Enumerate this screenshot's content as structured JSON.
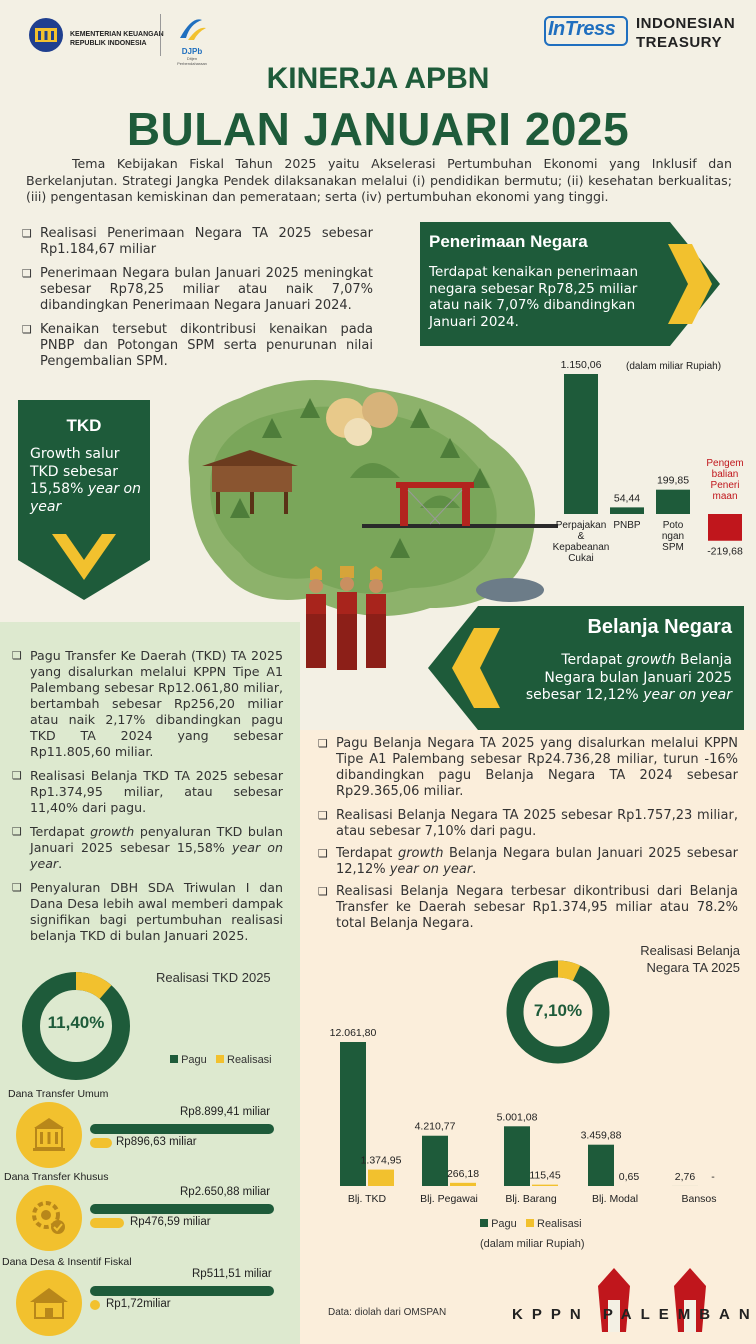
{
  "header": {
    "ministry_line1": "KEMENTERIAN KEUANGAN",
    "ministry_line2": "REPUBLIK INDONESIA",
    "djpb": "DJPb",
    "djpb_sub": "Ditjen Perbendaharaan",
    "intress": "InTress",
    "brand_line1": "INDONESIAN",
    "brand_line2": "TREASURY"
  },
  "title": {
    "line1": "KINERJA APBN",
    "line2": "BULAN JANUARI 2025"
  },
  "intro": "Tema Kebijakan Fiskal Tahun 2025 yaitu Akselerasi Pertumbuhan Ekonomi yang Inklusif dan Berkelanjutan. Strategi Jangka Pendek dilaksanakan melalui (i) pendidikan bermutu; (ii) kesehatan berkualitas; (iii) pengentasan kemiskinan dan pemerataan; serta (iv) pertumbuhan ekonomi yang tinggi.",
  "penerimaan": {
    "bullets": [
      "Realisasi Penerimaan Negara TA 2025 sebesar Rp1.184,67 miliar",
      "Penerimaan Negara bulan Januari 2025 meningkat sebesar Rp78,25 miliar atau naik 7,07% dibandingkan Penerimaan Negara Januari 2024.",
      "Kenaikan tersebut dikontribusi kenaikan pada PNBP dan Potongan SPM serta penurunan nilai Pengembalian SPM."
    ],
    "banner_title": "Penerimaan Negara",
    "banner_text": "Terdapat kenaikan penerimaan negara sebesar Rp78,25 miliar atau naik 7,07% dibandingkan Januari 2024."
  },
  "chart_penerimaan": {
    "unit_note": "(dalam miliar Rupiah)",
    "labels": [
      "Perpajakan & Kepabeanan Cukai",
      "PNBP",
      "Poto ngan SPM",
      "Pengem balian Peneri maan"
    ],
    "label_lines": [
      [
        "Perpajakan",
        "&",
        "Kepabeanan",
        "Cukai"
      ],
      [
        "PNBP"
      ],
      [
        "Poto",
        "ngan",
        "SPM"
      ],
      [
        "Pengem",
        "balian",
        "Peneri",
        "maan"
      ]
    ],
    "value_labels": [
      "1.150,06",
      "54,44",
      "199,85",
      "-219,68"
    ]
  },
  "tkd_banner": {
    "title": "TKD",
    "text_plain1": "Growth salur",
    "text_plain2": "TKD sebesar",
    "text_plain3": "15,58%",
    "text_italic": "year on year"
  },
  "belanja_banner": {
    "title": "Belanja Negara",
    "line1a": "Terdapat ",
    "line1b": "growth",
    "line1c": " Belanja",
    "line2": "Negara bulan Januari 2025",
    "line3a": "sebesar 12,12% ",
    "line3b": "year on year"
  },
  "tkd_bullets": [
    "Pagu Transfer Ke Daerah (TKD) TA 2025 yang disalurkan melalui KPPN Tipe A1 Palembang sebesar Rp12.061,80 miliar, bertambah sebesar Rp256,20 miliar atau naik 2,17% dibandingkan pagu TKD TA 2024 yang sebesar Rp11.805,60 miliar.",
    "Realisasi Belanja TKD TA 2025 sebesar Rp1.374,95 miliar, atau sebesar 11,40% dari pagu.",
    "Terdapat growth penyaluran TKD bulan Januari 2025 sebesar 15,58% year on year.",
    "Penyaluran DBH SDA Triwulan I dan Dana Desa lebih awal memberi dampak signifikan bagi pertumbuhan realisasi belanja TKD di bulan Januari 2025."
  ],
  "belanja_bullets": [
    "Pagu Belanja Negara TA 2025 yang disalurkan melalui KPPN Tipe A1 Palembang sebesar Rp24.736,28 miliar, turun -16% dibandingkan pagu Belanja Negara TA 2024 sebesar Rp29.365,06 miliar.",
    "Realisasi Belanja Negara TA 2025 sebesar Rp1.757,23 miliar, atau sebesar 7,10% dari pagu.",
    "Terdapat growth Belanja Negara bulan Januari 2025 sebesar 12,12% year on year.",
    "Realisasi Belanja Negara terbesar dikontribusi dari Belanja Transfer ke Daerah sebesar Rp1.374,95 miliar atau 78.2% total Belanja Negara."
  ],
  "donut_tkd": {
    "title": "Realisasi TKD 2025",
    "value": "11,40%",
    "legend_pagu": "Pagu",
    "legend_realisasi": "Realisasi"
  },
  "tkd_items": [
    {
      "name": "Dana Transfer Umum",
      "pagu": "Rp8.899,41 miliar",
      "realisasi": "Rp896,63 miliar"
    },
    {
      "name": "Dana Transfer Khusus",
      "pagu": "Rp2.650,88 miliar",
      "realisasi": "Rp476,59 miliar"
    },
    {
      "name": "Dana Desa & Insentif Fiskal",
      "pagu": "Rp511,51 miliar",
      "realisasi": "Rp1,72miliar"
    }
  ],
  "donut_belanja": {
    "title_line1": "Realisasi Belanja",
    "title_line2": "Negara TA 2025",
    "value": "7,10%"
  },
  "chart_belanja": {
    "categories": [
      "Blj. TKD",
      "Blj. Pegawai",
      "Blj. Barang",
      "Blj. Modal",
      "Bansos"
    ],
    "pagu_labels": [
      "12.061,80",
      "4.210,77",
      "5.001,08",
      "3.459,88",
      "2,76"
    ],
    "realisasi_labels": [
      "1.374,95",
      "266,18",
      "115,45",
      "0,65",
      "-"
    ],
    "legend_pagu": "Pagu",
    "legend_realisasi": "Realisasi",
    "unit_note": "(dalam miliar Rupiah)"
  },
  "footer": {
    "source": "Data: diolah dari OMSPAN",
    "kppn": "KPPN PALEMBANG"
  },
  "colors": {
    "dark_green": "#1e5b3a",
    "yellow": "#f2c12e",
    "red": "#c0161c"
  },
  "chart_data": [
    {
      "type": "bar",
      "categories": [
        "Perpajakan & Kepabeanan Cukai",
        "PNBP",
        "Potongan SPM",
        "Pengembalian Penerimaan"
      ],
      "values": [
        1150.06,
        54.44,
        199.85,
        -219.68
      ],
      "ylabel": "(dalam miliar Rupiah)"
    },
    {
      "type": "bar",
      "categories": [
        "Blj. TKD",
        "Blj. Pegawai",
        "Blj. Barang",
        "Blj. Modal",
        "Bansos"
      ],
      "series": [
        {
          "name": "Pagu",
          "values": [
            12061.8,
            4210.77,
            5001.08,
            3459.88,
            2.76
          ]
        },
        {
          "name": "Realisasi",
          "values": [
            1374.95,
            266.18,
            115.45,
            0.65,
            0
          ]
        }
      ],
      "ylabel": "(dalam miliar Rupiah)"
    },
    {
      "type": "pie",
      "title": "Realisasi TKD 2025",
      "categories": [
        "Pagu",
        "Realisasi"
      ],
      "values": [
        88.6,
        11.4
      ]
    },
    {
      "type": "pie",
      "title": "Realisasi Belanja Negara TA 2025",
      "categories": [
        "Pagu",
        "Realisasi"
      ],
      "values": [
        92.9,
        7.1
      ]
    }
  ]
}
